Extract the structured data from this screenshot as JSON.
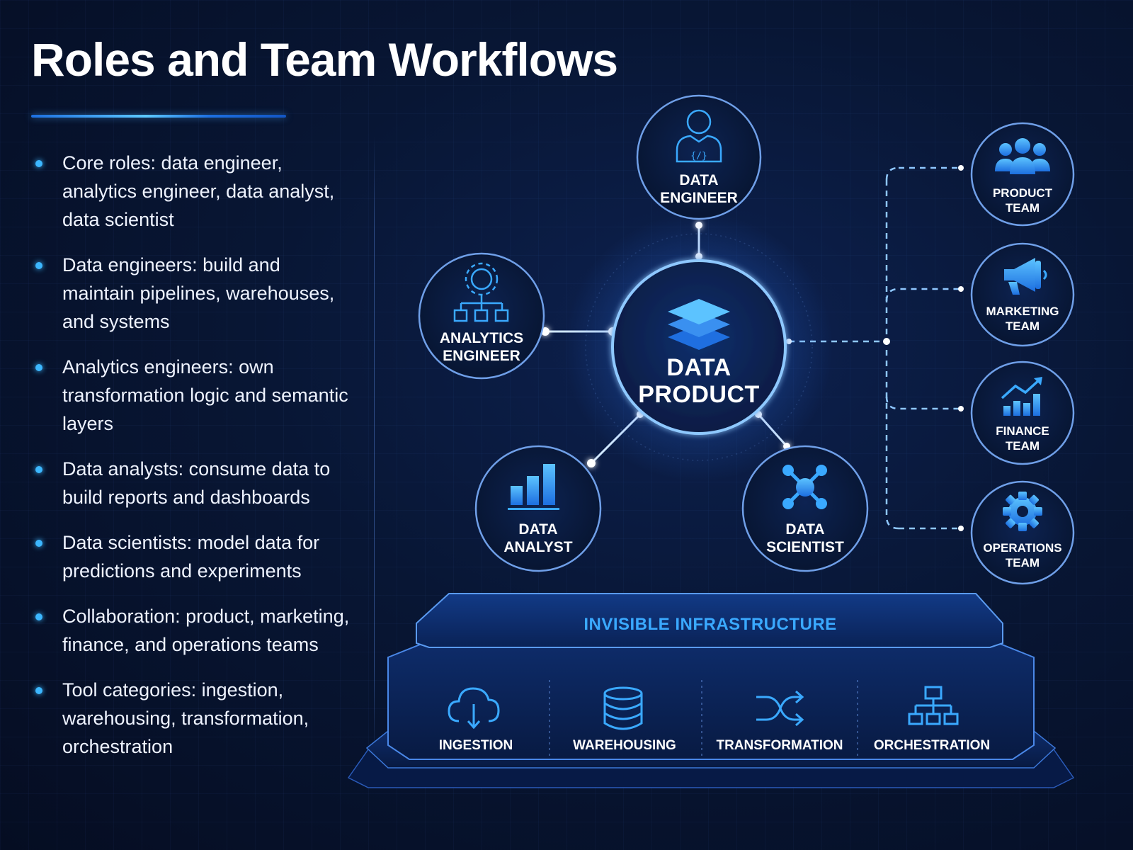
{
  "title": "Roles and Team Workflows",
  "bullets": [
    "Core roles: data engineer, analytics engineer, data analyst, data scientist",
    "Data engineers: build and maintain pipelines, warehouses, and systems",
    "Analytics engineers: own transformation logic and semantic layers",
    "Data analysts: consume data to build reports and dashboards",
    "Data scientists: model data for predictions and experiments",
    "Collaboration: product, marketing, finance, and operations teams",
    "Tool categories: ingestion, warehousing, transformation, orchestration"
  ],
  "diagram": {
    "center": {
      "label": "DATA\nPRODUCT",
      "icon": "layers-icon"
    },
    "roles": [
      {
        "key": "data-engineer",
        "label": "DATA\nENGINEER",
        "icon": "coder-person-icon"
      },
      {
        "key": "analytics-engineer",
        "label": "ANALYTICS\nENGINEER",
        "icon": "gear-hierarchy-icon"
      },
      {
        "key": "data-analyst",
        "label": "DATA\nANALYST",
        "icon": "bar-chart-icon"
      },
      {
        "key": "data-scientist",
        "label": "DATA\nSCIENTIST",
        "icon": "network-nodes-icon"
      }
    ],
    "teams": [
      {
        "key": "product-team",
        "label": "PRODUCT\nTEAM",
        "icon": "people-icon"
      },
      {
        "key": "marketing-team",
        "label": "MARKETING\nTEAM",
        "icon": "megaphone-icon"
      },
      {
        "key": "finance-team",
        "label": "FINANCE\nTEAM",
        "icon": "growth-chart-icon"
      },
      {
        "key": "operations-team",
        "label": "OPERATIONS\nTEAM",
        "icon": "gear-icon"
      }
    ],
    "infrastructure": {
      "title": "INVISIBLE INFRASTRUCTURE",
      "tools": [
        {
          "key": "ingestion",
          "label": "INGESTION",
          "icon": "cloud-download-icon"
        },
        {
          "key": "warehousing",
          "label": "WAREHOUSING",
          "icon": "database-icon"
        },
        {
          "key": "transformation",
          "label": "TRANSFORMATION",
          "icon": "shuffle-icon"
        },
        {
          "key": "orchestration",
          "label": "ORCHESTRATION",
          "icon": "hierarchy-icon"
        }
      ]
    }
  },
  "colors": {
    "background": "#071634",
    "accent": "#3aa9ff",
    "node_stroke": "#6f9fe8",
    "text": "#ffffff"
  }
}
